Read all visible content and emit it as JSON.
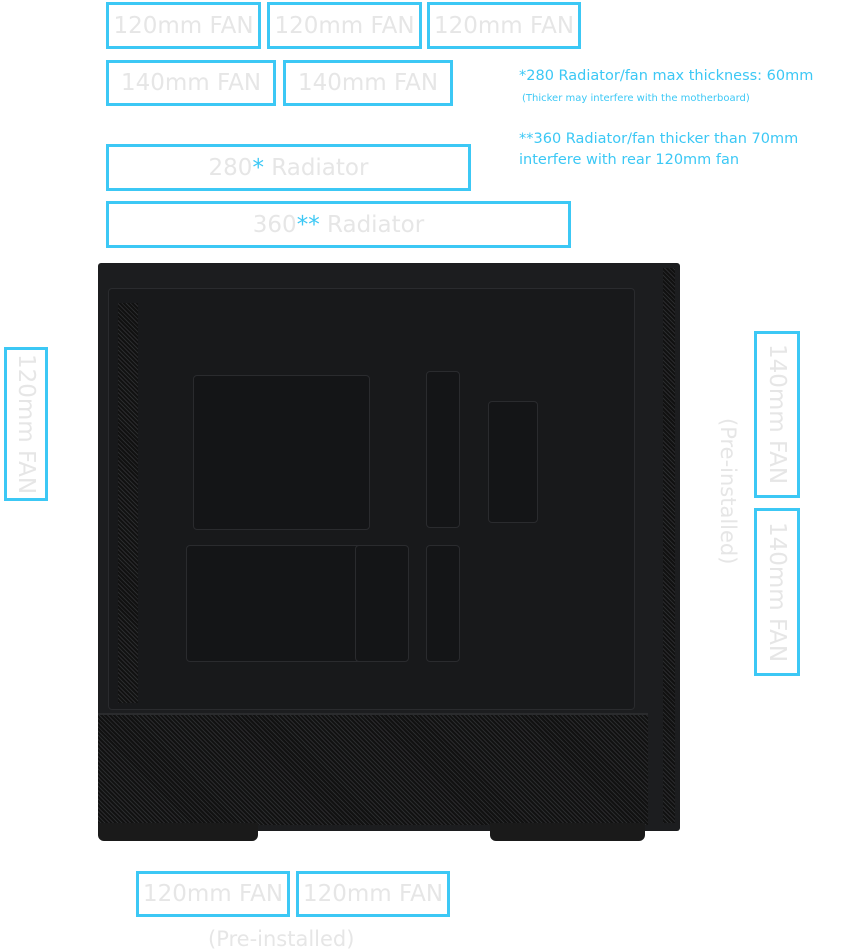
{
  "top_fans_120": [
    "120mm FAN",
    "120mm FAN",
    "120mm FAN"
  ],
  "top_fans_140": [
    "140mm FAN",
    "140mm FAN"
  ],
  "radiator_280": {
    "num": "280",
    "star": "*",
    "label": " Radiator"
  },
  "radiator_360": {
    "num": "360",
    "star": "**",
    "label": " Radiator"
  },
  "notes": {
    "n1": "*280 Radiator/fan max thickness: 60mm",
    "n1_sub": "(Thicker may interfere with the motherboard)",
    "n2_l1": "**360 Radiator/fan thicker than 70mm",
    "n2_l2": "interfere with rear 120mm fan"
  },
  "rear_fan": "120mm FAN",
  "front_fans": [
    "140mm FAN",
    "140mm FAN"
  ],
  "front_preinstalled": "(Pre-installed)",
  "bottom_fans": [
    "120mm FAN",
    "120mm FAN"
  ],
  "bottom_preinstalled": "(Pre-installed)",
  "colors": {
    "accent": "#3cc8f5",
    "label": "#e6e6e6",
    "case": "#1c1d1f"
  }
}
